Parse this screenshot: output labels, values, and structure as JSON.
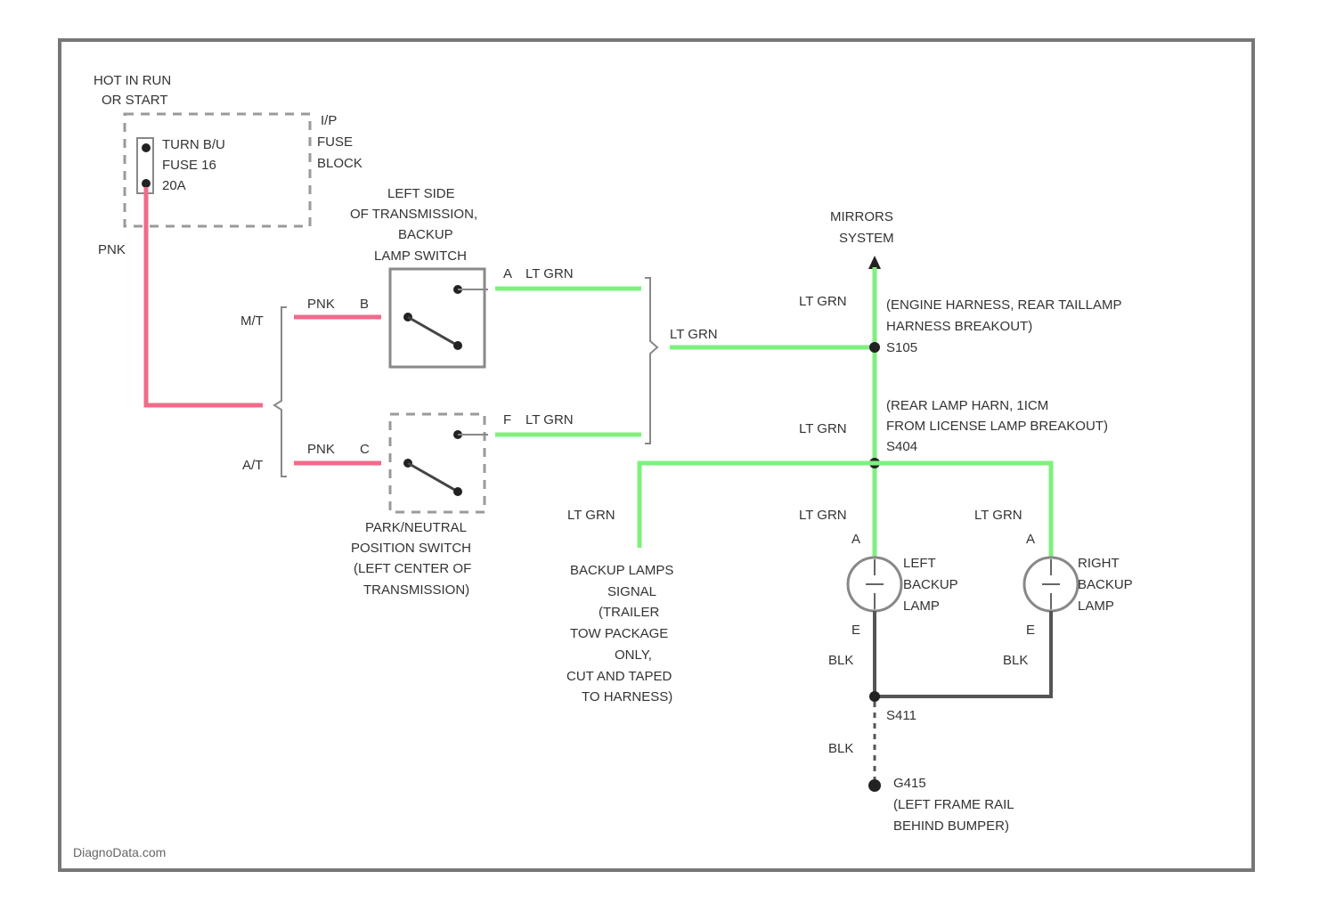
{
  "source_watermark": "DiagnoData.com",
  "fuse_block": {
    "power_label_1": "HOT IN RUN",
    "power_label_2": "OR START",
    "fuse_line1": "TURN B/U",
    "fuse_line2": "FUSE 16",
    "fuse_line3": "20A",
    "block_line1": "I/P",
    "block_line2": "FUSE",
    "block_line3": "BLOCK",
    "wire_color": "PNK"
  },
  "backup_switch": {
    "title_line1": "LEFT SIDE",
    "title_line2": "OF TRANSMISSION,",
    "title_line3": "BACKUP",
    "title_line4": "LAMP SWITCH",
    "input_wire": "PNK",
    "input_pin": "B",
    "output_pin": "A",
    "output_wire": "LT GRN",
    "trans_option": "M/T"
  },
  "park_neutral_switch": {
    "title_line1": "PARK/NEUTRAL",
    "title_line2": "POSITION SWITCH",
    "title_line3": "(LEFT CENTER OF",
    "title_line4": "TRANSMISSION)",
    "input_wire": "PNK",
    "input_pin": "C",
    "output_pin": "F",
    "output_wire": "LT GRN",
    "trans_option": "A/T"
  },
  "mirrors": {
    "line1": "MIRRORS",
    "line2": "SYSTEM"
  },
  "splice_s105": {
    "wire_up": "LT GRN",
    "wire_in": "LT GRN",
    "desc_line1": "(ENGINE HARNESS, REAR TAILLAMP",
    "desc_line2": "HARNESS BREAKOUT)",
    "id": "S105"
  },
  "splice_s404": {
    "wire": "LT GRN",
    "desc_line1": "(REAR LAMP HARN, 1ICM",
    "desc_line2": "FROM LICENSE LAMP BREAKOUT)",
    "id": "S404"
  },
  "trailer": {
    "wire": "LT GRN",
    "line1": "BACKUP LAMPS",
    "line2": "SIGNAL",
    "line3": "(TRAILER",
    "line4": "TOW PACKAGE",
    "line5": "ONLY,",
    "line6": "CUT AND TAPED",
    "line7": "TO HARNESS)"
  },
  "left_lamp": {
    "wire_in": "LT GRN",
    "pin_in": "A",
    "label_line1": "LEFT",
    "label_line2": "BACKUP",
    "label_line3": "LAMP",
    "pin_out": "E",
    "wire_out": "BLK"
  },
  "right_lamp": {
    "wire_in": "LT GRN",
    "pin_in": "A",
    "label_line1": "RIGHT",
    "label_line2": "BACKUP",
    "label_line3": "LAMP",
    "pin_out": "E",
    "wire_out": "BLK"
  },
  "ground": {
    "splice_id": "S411",
    "wire": "BLK",
    "ground_id": "G415",
    "desc_line1": "(LEFT FRAME RAIL",
    "desc_line2": "BEHIND BUMPER)"
  },
  "colors": {
    "pnk": "#f06b8a",
    "lt_grn": "#7ef07e",
    "blk": "#555555"
  }
}
